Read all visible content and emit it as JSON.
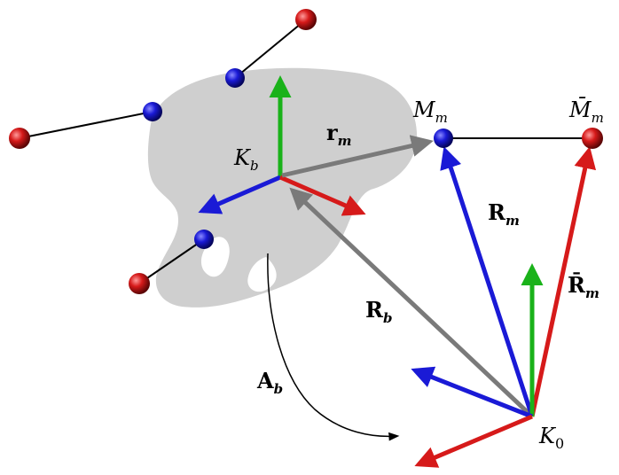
{
  "labels": {
    "r_m": {
      "main": "r",
      "sub": "m"
    },
    "K_b": {
      "main": "K",
      "sub": "b"
    },
    "M_m": {
      "main": "M",
      "sub": "m"
    },
    "Mbar_m": {
      "main": "M̄",
      "sub": "m"
    },
    "R_m": {
      "main": "R",
      "sub": "m"
    },
    "Rbar_m": {
      "main": "R̄",
      "sub": "m"
    },
    "R_b": {
      "main": "R",
      "sub": "b"
    },
    "A_b": {
      "main": "A",
      "sub": "b"
    },
    "K_0": {
      "main": "K",
      "sub": "0"
    }
  },
  "colors": {
    "blue": "#1a1ad6",
    "red": "#d61a1a",
    "green": "#1ab21a",
    "gray_arrow": "#7a7a7a",
    "bone": "#cfcfcf"
  }
}
